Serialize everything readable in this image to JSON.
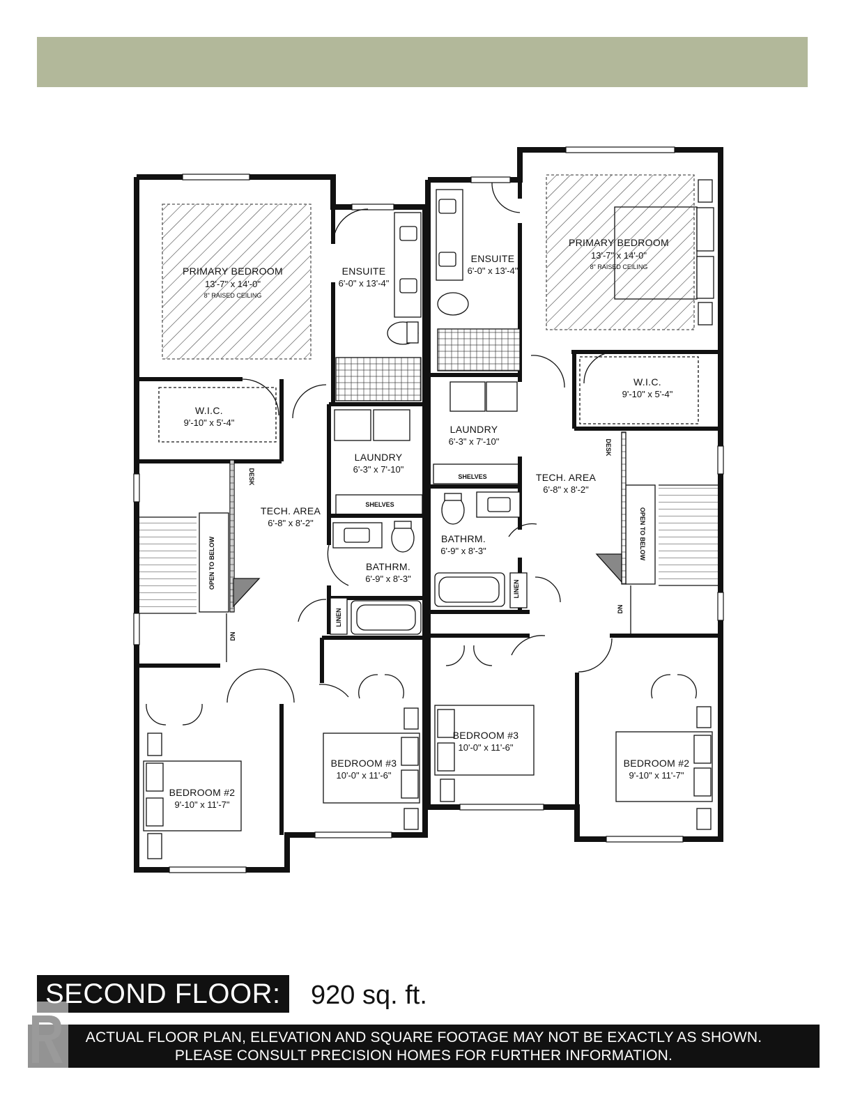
{
  "colors": {
    "banner": "#b2b89a",
    "wall": "#111111",
    "hatch": "#444444",
    "footer_bg": "#111111",
    "footer_text": "#ffffff"
  },
  "plan": {
    "left_unit": {
      "primary_bedroom": {
        "name": "PRIMARY BEDROOM",
        "dims": "13'-7\" x 14'-0\"",
        "note": "8\" RAISED CEILING"
      },
      "ensuite": {
        "name": "ENSUITE",
        "dims": "6'-0\" x 13'-4\""
      },
      "wic": {
        "name": "W.I.C.",
        "dims": "9'-10\" x 5'-4\""
      },
      "laundry": {
        "name": "LAUNDRY",
        "dims": "6'-3\" x 7'-10\""
      },
      "shelves": "SHELVES",
      "tech_area": {
        "name": "TECH. AREA",
        "dims": "6'-8\" x 8'-2\""
      },
      "desk": "DESK",
      "open_to_below": "OPEN TO BELOW",
      "bathroom": {
        "name": "BATHRM.",
        "dims": "6'-9\" x 8'-3\""
      },
      "linen": "LINEN",
      "dn": "DN",
      "bedroom2": {
        "name": "BEDROOM #2",
        "dims": "9'-10\" x 11'-7\""
      },
      "bedroom3": {
        "name": "BEDROOM #3",
        "dims": "10'-0\" x 11'-6\""
      }
    },
    "right_unit": {
      "primary_bedroom": {
        "name": "PRIMARY BEDROOM",
        "dims": "13'-7\" x 14'-0\"",
        "note": "8\" RAISED CEILING"
      },
      "ensuite": {
        "name": "ENSUITE",
        "dims": "6'-0\" x 13'-4\""
      },
      "wic": {
        "name": "W.I.C.",
        "dims": "9'-10\" x 5'-4\""
      },
      "laundry": {
        "name": "LAUNDRY",
        "dims": "6'-3\" x 7'-10\""
      },
      "shelves": "SHELVES",
      "tech_area": {
        "name": "TECH. AREA",
        "dims": "6'-8\" x 8'-2\""
      },
      "desk": "DESK",
      "open_to_below": "OPEN TO BELOW",
      "bathroom": {
        "name": "BATHRM.",
        "dims": "6'-9\" x 8'-3\""
      },
      "linen": "LINEN",
      "dn": "DN",
      "bedroom2": {
        "name": "BEDROOM #2",
        "dims": "9'-10\" x 11'-7\""
      },
      "bedroom3": {
        "name": "BEDROOM #3",
        "dims": "10'-0\" x 11'-6\""
      }
    }
  },
  "footer": {
    "floor_label": "SECOND FLOOR:",
    "square_footage": "920 sq. ft.",
    "disclaimer_line1": "ACTUAL FLOOR PLAN, ELEVATION AND SQUARE FOOTAGE MAY NOT BE EXACTLY AS SHOWN.",
    "disclaimer_line2": "PLEASE CONSULT PRECISION HOMES FOR FURTHER INFORMATION.",
    "logo_icon": "r-logo-icon"
  }
}
